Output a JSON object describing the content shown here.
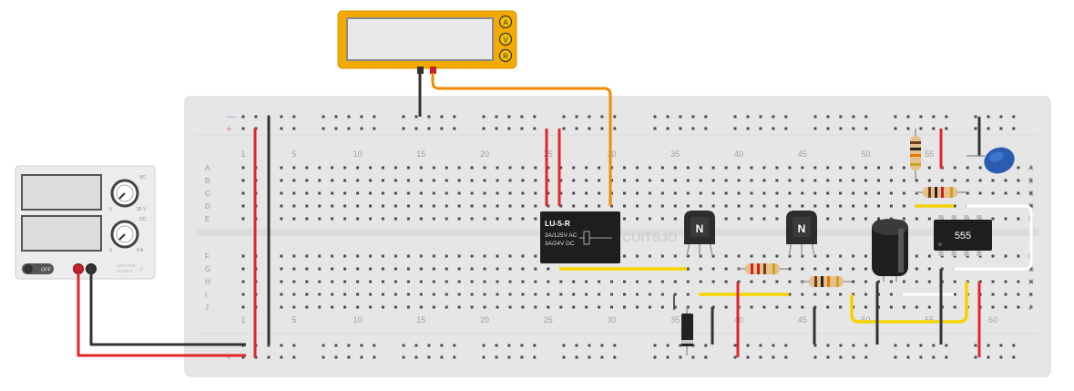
{
  "colors": {
    "board": "#e6e6e6",
    "board_border": "#d6d6d6",
    "hole": "#4a4a4a",
    "wire_red": "#e0262b",
    "wire_black": "#333333",
    "wire_orange": "#f08a00",
    "wire_yellow": "#f5d400",
    "wire_white": "#ffffff",
    "meter_frame": "#f2a900",
    "relay": "#1e1e1e",
    "transistor": "#2d2d2d",
    "capacitor_blue": "#2a5db0",
    "supply_body": "#ececec"
  },
  "breadboard": {
    "rail_minus_label": "—",
    "rail_plus_label": "+",
    "row_labels_top": [
      "A",
      "B",
      "C",
      "D",
      "E"
    ],
    "row_labels_bottom": [
      "F",
      "G",
      "H",
      "I",
      "J"
    ],
    "column_numbers": [
      "1",
      "5",
      "10",
      "15",
      "20",
      "25",
      "30",
      "35",
      "40",
      "45",
      "50",
      "55",
      "60"
    ],
    "watermark": "CUITS.IO"
  },
  "multimeter": {
    "mode_a": "A",
    "mode_v": "V",
    "mode_r": "R"
  },
  "power_supply": {
    "off_label": "OFF",
    "knob_v_min": "0",
    "knob_v_max": "30 V",
    "knob_v_tag": "VC",
    "knob_a_min": "0",
    "knob_a_max": "5 A",
    "knob_a_tag": "CC",
    "brand_line1": "VOLTAGE",
    "brand_line2": "SUPPLY"
  },
  "relay": {
    "model": "LU-5-R",
    "rating1": "3A/125V AC",
    "rating2": "3A/24V  DC"
  },
  "transistors": [
    {
      "label": "N"
    },
    {
      "label": "N"
    }
  ],
  "ic555": {
    "label": "555"
  }
}
